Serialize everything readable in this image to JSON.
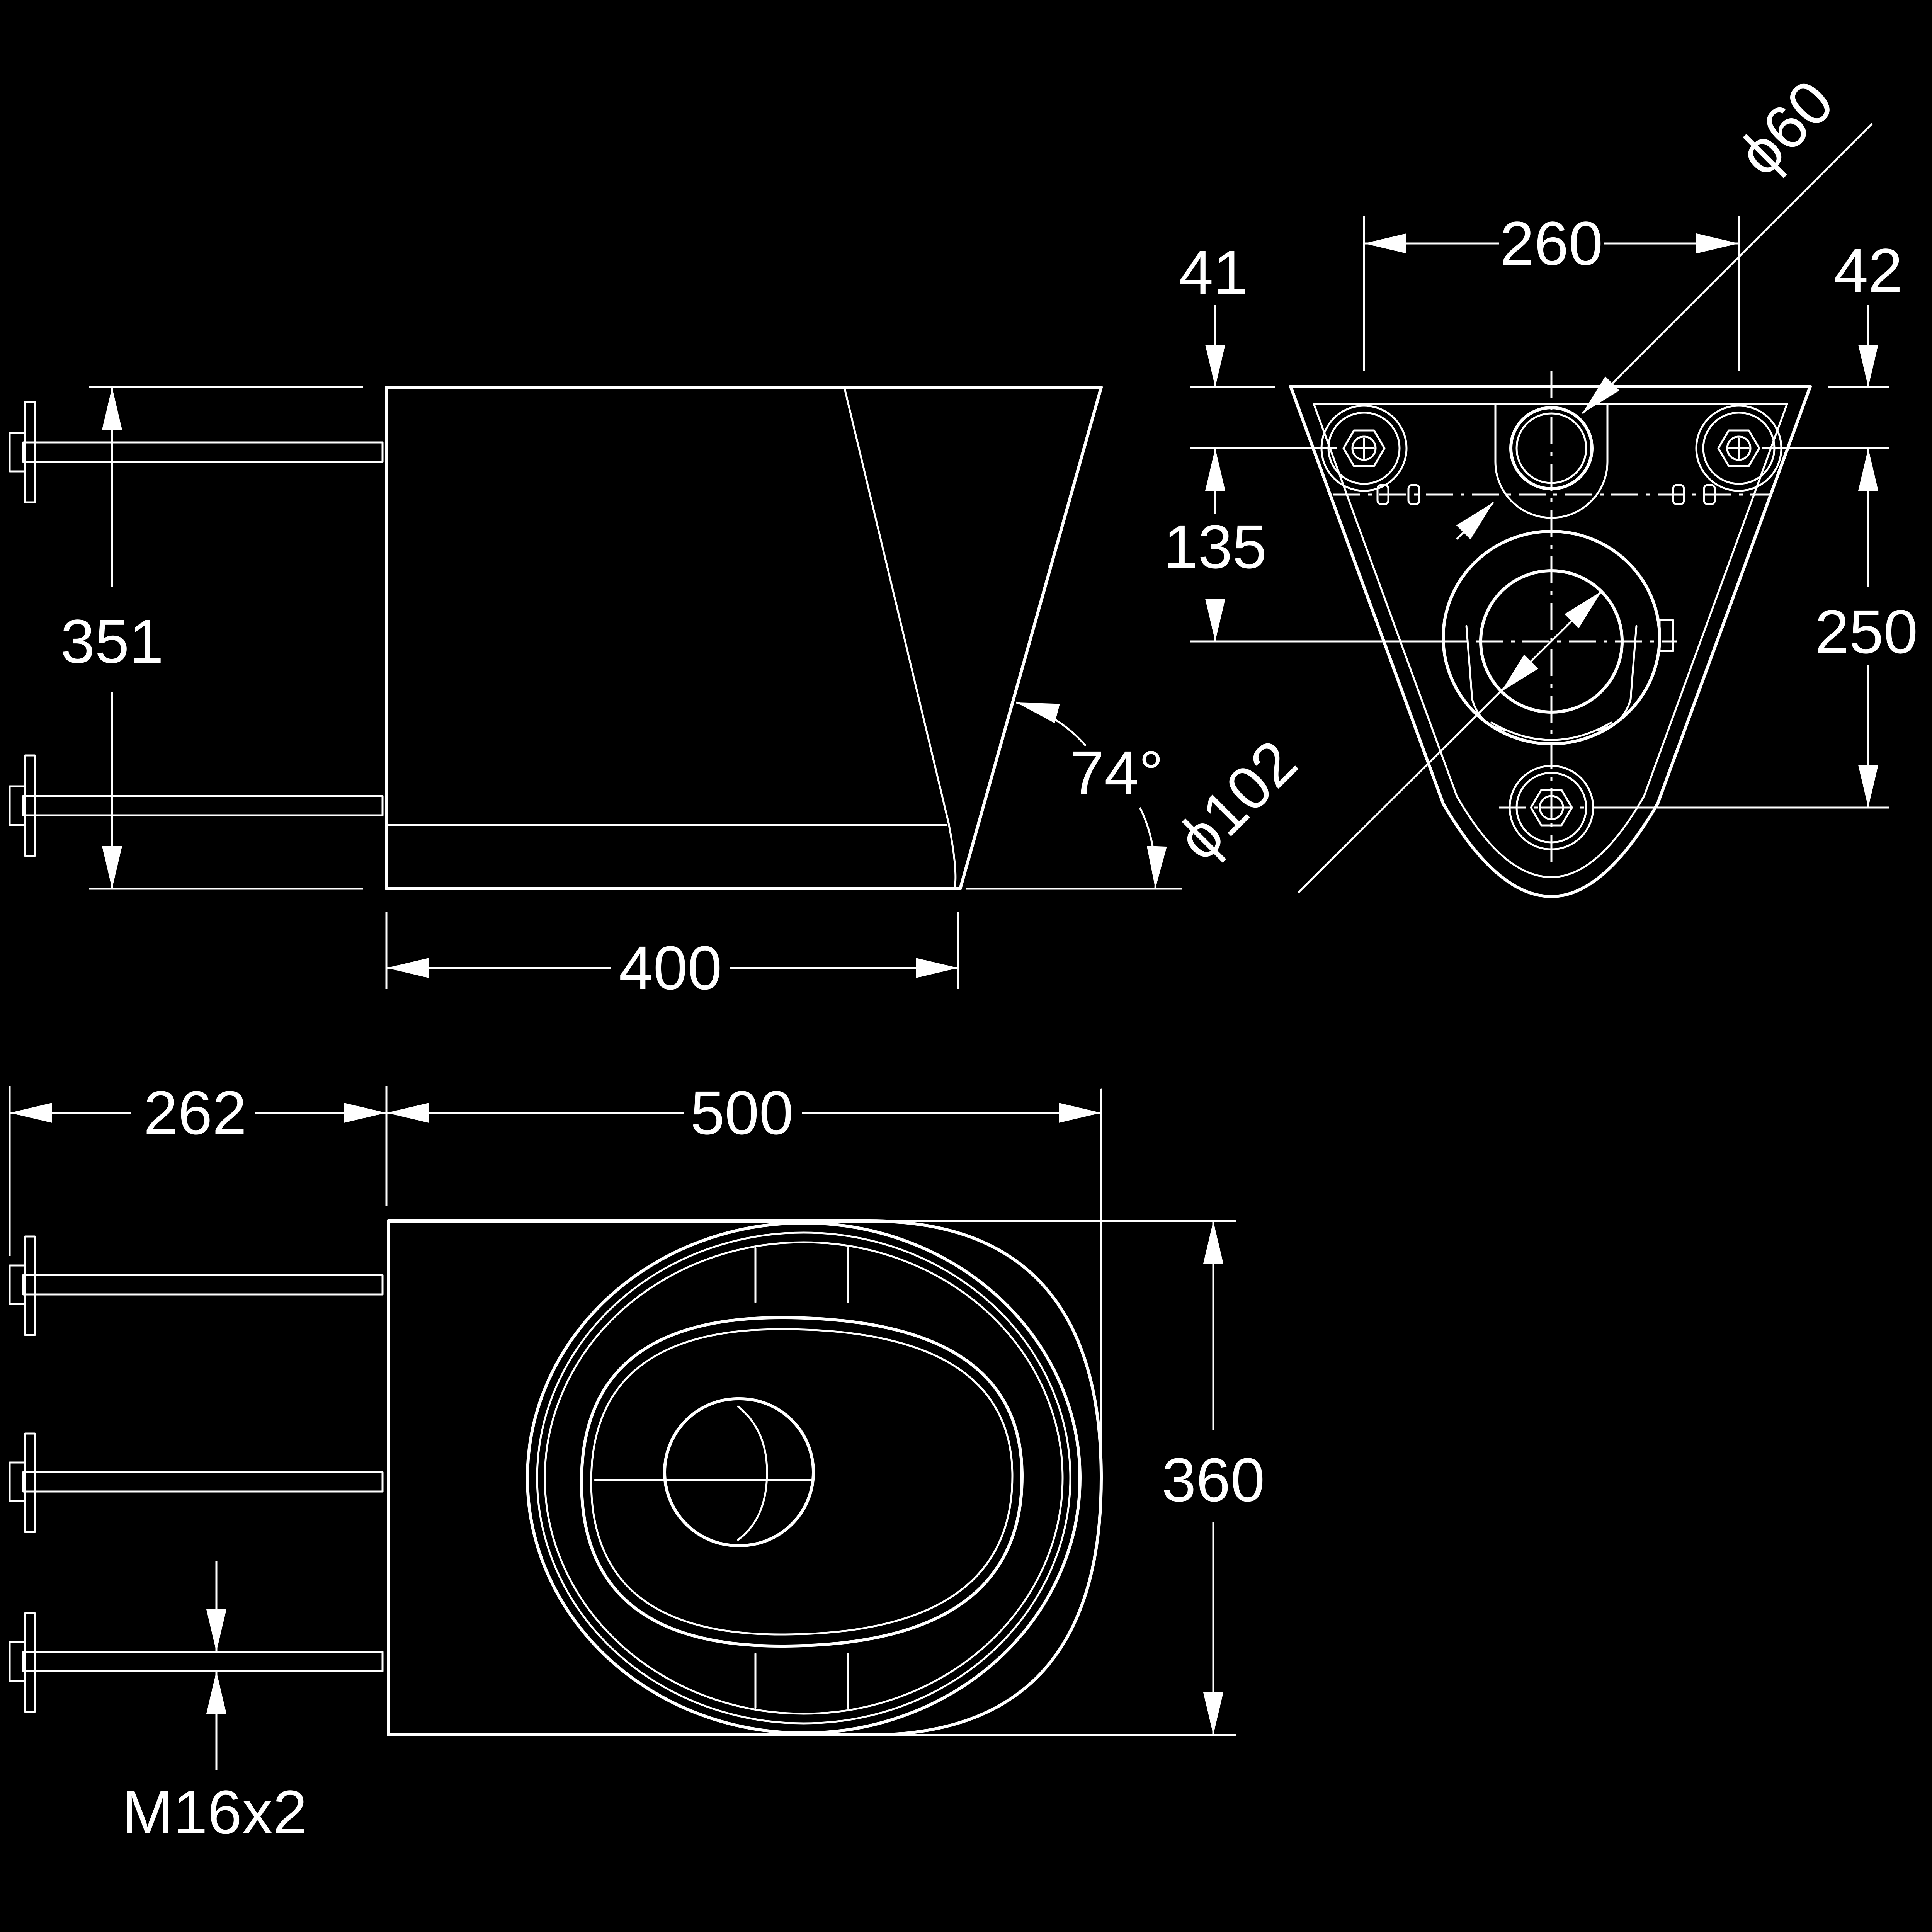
{
  "colors": {
    "background": "#000000",
    "line": "#ffffff"
  },
  "side_view": {
    "height_label": "351",
    "length_label": "400",
    "angle_label": "74°"
  },
  "front_view": {
    "pipe_diameter_label": "ϕ60",
    "bolt_spacing_label": "260",
    "left_offset_label": "41",
    "right_offset_label": "42",
    "vertical_offset_label": "135",
    "vertical_height_label": "250",
    "outlet_diameter_label": "ϕ102"
  },
  "top_view": {
    "bolt_projection_label": "262",
    "length_label": "500",
    "width_label": "360",
    "thread_label": "M16x2"
  }
}
